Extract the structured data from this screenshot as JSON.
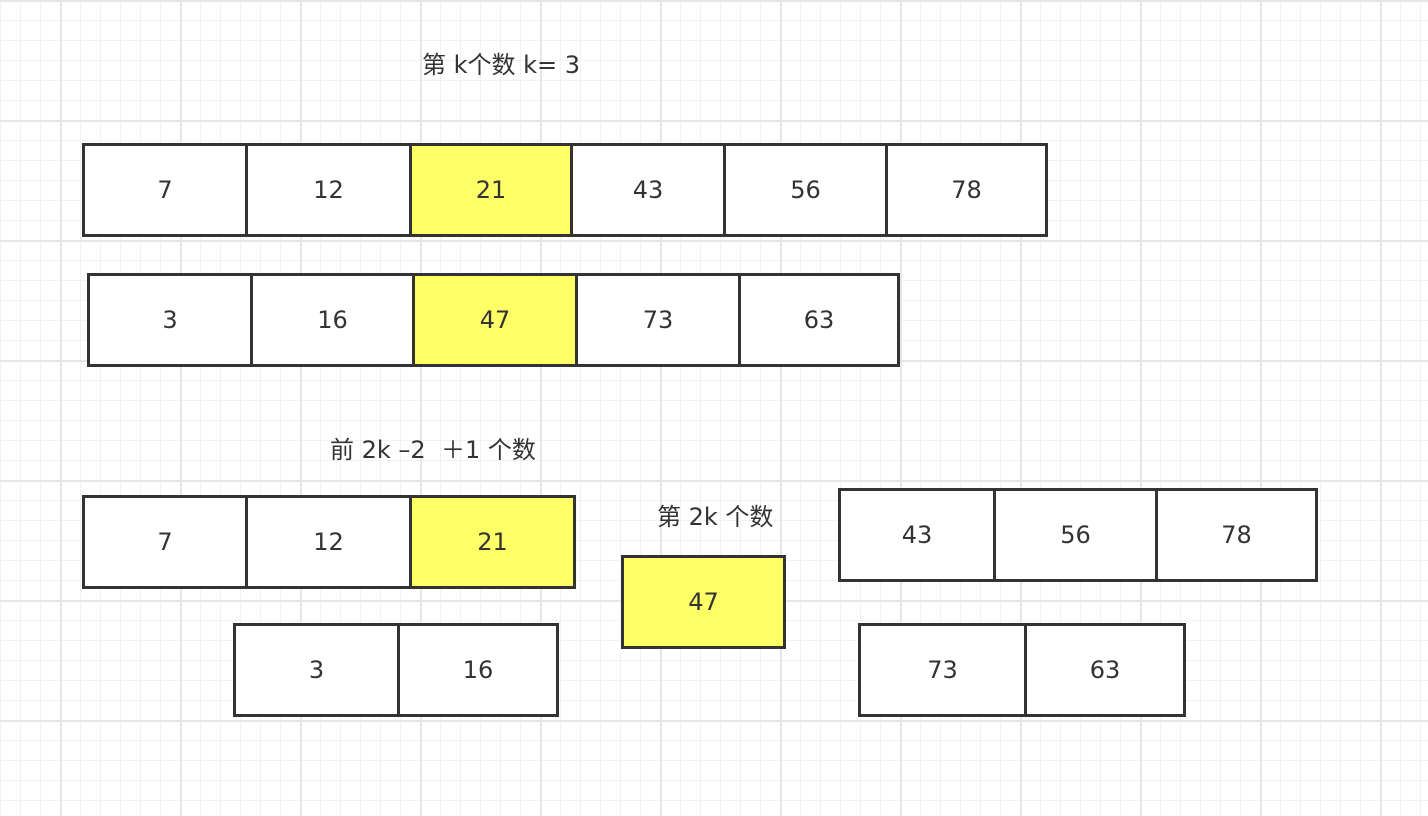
{
  "captions": {
    "top": "第 k个数 k= 3",
    "prefix": "前 2k –2  ＋1 个数",
    "middle": "第 2k 个数"
  },
  "highlight_color": "#ffff66",
  "arrays": {
    "a": [
      "7",
      "12",
      "21",
      "43",
      "56",
      "78"
    ],
    "b": [
      "3",
      "16",
      "47",
      "73",
      "63"
    ]
  },
  "split": {
    "a_left": [
      "7",
      "12",
      "21"
    ],
    "b_left": [
      "3",
      "16"
    ],
    "pivot": "47",
    "a_right": [
      "43",
      "56",
      "78"
    ],
    "b_right": [
      "73",
      "63"
    ]
  }
}
